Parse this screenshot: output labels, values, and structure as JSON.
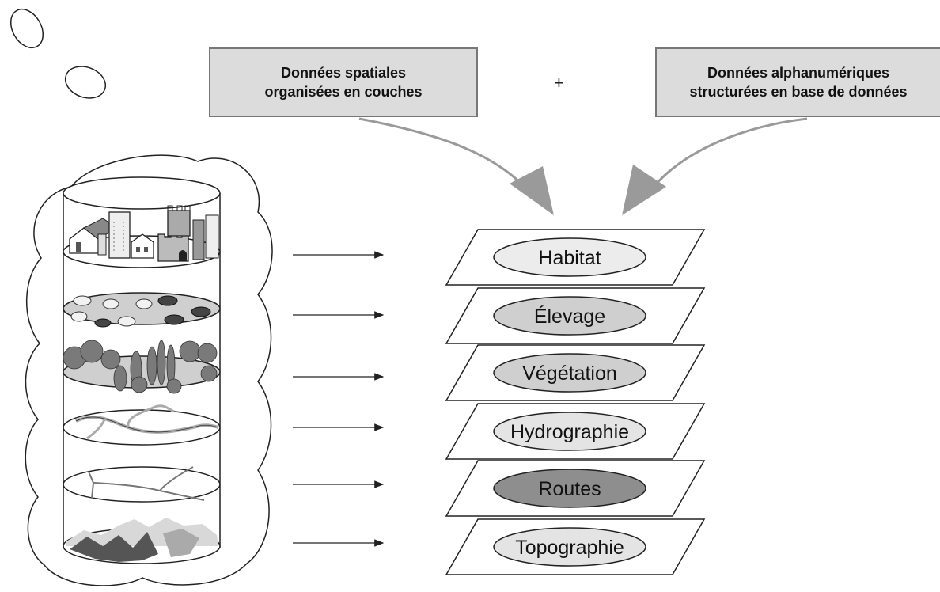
{
  "sources": {
    "spatial": "Données spatiales\norganisées en couches",
    "plus": "+",
    "alphanumeric": "Données alphanumériques\nstructurées en base de données"
  },
  "layers": [
    {
      "label": "Habitat",
      "fill": "#ececec"
    },
    {
      "label": "Élevage",
      "fill": "#cfcfcf"
    },
    {
      "label": "Végétation",
      "fill": "#cfcfcf"
    },
    {
      "label": "Hydrographie",
      "fill": "#e4e4e4"
    },
    {
      "label": "Routes",
      "fill": "#8e8e8e"
    },
    {
      "label": "Topographie",
      "fill": "#e4e4e4"
    }
  ],
  "colors": {
    "stroke": "#222222",
    "arrow": "#9a9a9a",
    "box_fill": "#dcdcdc"
  }
}
